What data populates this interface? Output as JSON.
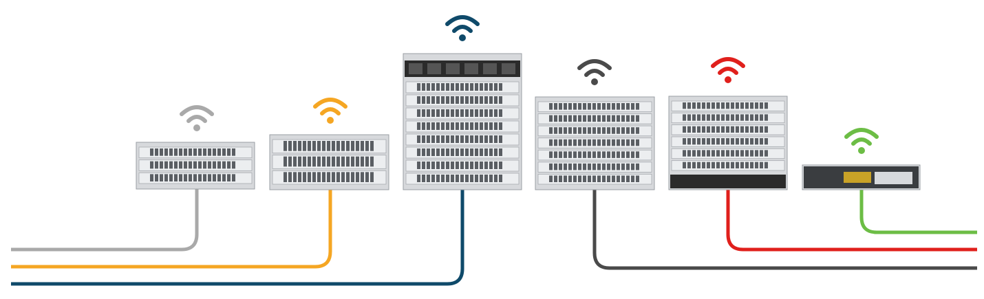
{
  "colors": {
    "gray_light": "#a9a9a9",
    "orange": "#f5a623",
    "navy": "#0f4a6a",
    "charcoal": "#4a4a4a",
    "red": "#e0201c",
    "green": "#6cbd45",
    "chassis": "#d7d9dc",
    "chassis_dark": "#2b2b2b"
  },
  "devices": [
    {
      "id": "switch-1",
      "wifi_color": "gray_light",
      "line_color": "gray_light",
      "icon": "wifi-icon"
    },
    {
      "id": "switch-2",
      "wifi_color": "orange",
      "line_color": "orange",
      "icon": "wifi-icon"
    },
    {
      "id": "chassis-switch",
      "wifi_color": "navy",
      "line_color": "navy",
      "icon": "wifi-icon"
    },
    {
      "id": "switch-3",
      "wifi_color": "charcoal",
      "line_color": "charcoal",
      "icon": "wifi-icon"
    },
    {
      "id": "modular-switch",
      "wifi_color": "red",
      "line_color": "red",
      "icon": "wifi-icon"
    },
    {
      "id": "controller-appliance",
      "wifi_color": "green",
      "line_color": "green",
      "icon": "wifi-icon"
    }
  ]
}
